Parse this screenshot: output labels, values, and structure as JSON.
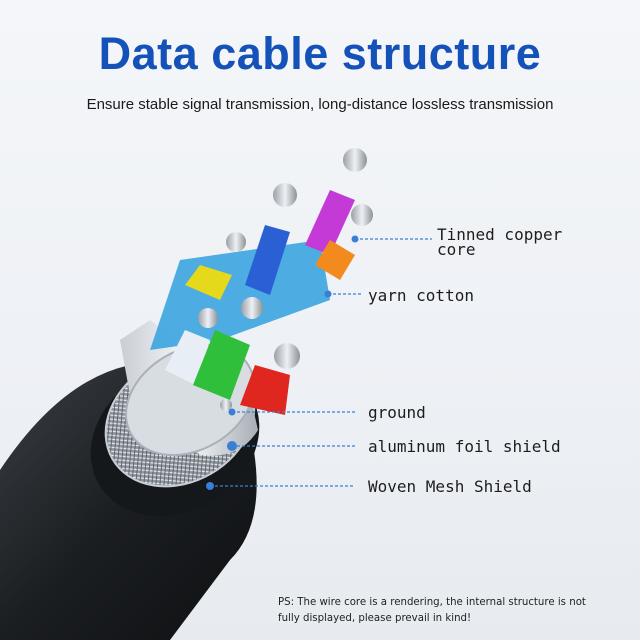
{
  "header": {
    "title": "Data cable structure",
    "subtitle": "Ensure stable signal transmission, long-distance lossless transmission"
  },
  "callouts": [
    {
      "id": "tinned-copper-core",
      "line1": "Tinned copper",
      "line2": "core"
    },
    {
      "id": "yarn-cotton",
      "line1": "yarn cotton"
    },
    {
      "id": "ground",
      "line1": "ground"
    },
    {
      "id": "aluminum-foil-shield",
      "line1": "aluminum foil shield"
    },
    {
      "id": "woven-mesh-shield",
      "line1": "Woven Mesh Shield"
    }
  ],
  "footnote": "PS: The wire core is a rendering, the internal structure is not fully displayed, please prevail in kind!",
  "colors": {
    "title": "#1451b8",
    "callout_line": "#3a7fd6",
    "jacket": "#1c1f22",
    "core_magenta": "#c43ad6",
    "core_blue": "#2b5fd4",
    "core_orange": "#f28a1e",
    "core_yellow": "#e6d81a",
    "core_white": "#e8eef5",
    "core_green": "#2fbf3b",
    "core_red": "#e0271f",
    "core_lightblue": "#3ba4e0"
  }
}
